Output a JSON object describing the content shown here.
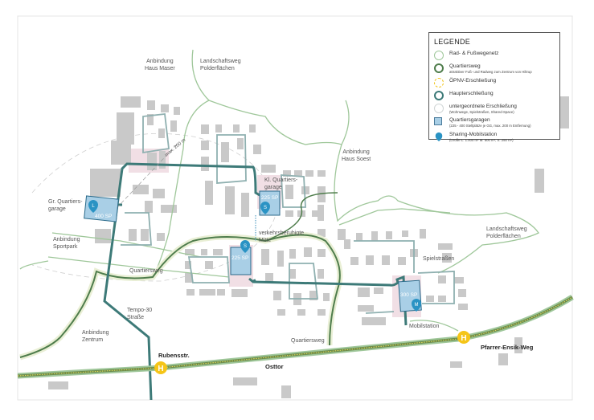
{
  "legend": {
    "title": "LEGENDE",
    "items": [
      {
        "label": "Rad- & Fußwegenetz",
        "sub": "",
        "symbol": "circle-light-green",
        "color": "#9fc79a"
      },
      {
        "label": "Quartiersweg",
        "sub": "attraktiver Fuß- und Radweg zum Zentrum von Hiltrup",
        "symbol": "circle-dark-green",
        "color": "#4f7d4c"
      },
      {
        "label": "ÖPNV-Erschließung",
        "sub": "",
        "symbol": "circle-dashed-yellow",
        "color": "#f0c419"
      },
      {
        "label": "Haupterschließung",
        "sub": "",
        "symbol": "circle-teal",
        "color": "#3d7a78"
      },
      {
        "label": "untergeordnete Erschließung",
        "sub": "(Wohnwege, Spielstraßen, Shared-Space)",
        "symbol": "circle-light-grey",
        "color": "#d0d6d6"
      },
      {
        "label": "Quartiersgaragen",
        "sub": "(225 - 400 Stellplätze je GG, max. 200 m Entfernung)",
        "symbol": "square-blue",
        "color": "#a9cfe6"
      },
      {
        "label": "Sharing-Mobilstation",
        "sub": "(Größe L: 1.000 m² M: 500 m²; S: 250 m²)",
        "symbol": "pin-blue",
        "color": "#2a93c4"
      }
    ]
  },
  "labels": {
    "haus_maser": "Anbindung\nHaus Maser",
    "landschaftsweg_north": "Landschaftsweg\nPolderflächen",
    "max_200m": "max. 200 m",
    "gr_garage": "Gr. Quartiers-\ngarage",
    "kl_garage": "Kl. Quartiers-\ngarage",
    "haus_soest": "Anbindung\nHaus Soest",
    "sportpark": "Anbindung\nSportpark",
    "mitte": "verkehrsberuhigte\nMitte",
    "quartiersweg_west": "Quartiersweg",
    "quartiersweg_south": "Quartiersweg",
    "tempo30": "Tempo-30\nStraße",
    "zentrum": "Anbindung\nZentrum",
    "spielstrassen": "Spielstraßen",
    "landschaftsweg_east": "Landschaftsweg\nPolderflächen",
    "mobilstation": "Mobilstation",
    "rubensstr": "Rubensstr.",
    "osttor": "Osttor",
    "pfarrer": "Pfarrer-Ensik-Weg"
  },
  "garages": {
    "large": {
      "capacity": "400 SP",
      "station": "L"
    },
    "small_north": {
      "capacity": "225 SP",
      "station": "S"
    },
    "small_center": {
      "capacity": "225 SP",
      "station": "S"
    },
    "medium": {
      "capacity": "300 SP",
      "station": "M"
    }
  },
  "bus_stop_symbol": "H",
  "colors": {
    "main_road": "#3d7a78",
    "quartiersweg": "#4f7d4c",
    "path": "#9fc79a",
    "secondary": "#8fb0b0",
    "building": "#c9c9c9",
    "garage": "#a9cfe6",
    "station": "#2a93c4",
    "bus": "#f5c518",
    "zone": "#f1dfe5"
  }
}
